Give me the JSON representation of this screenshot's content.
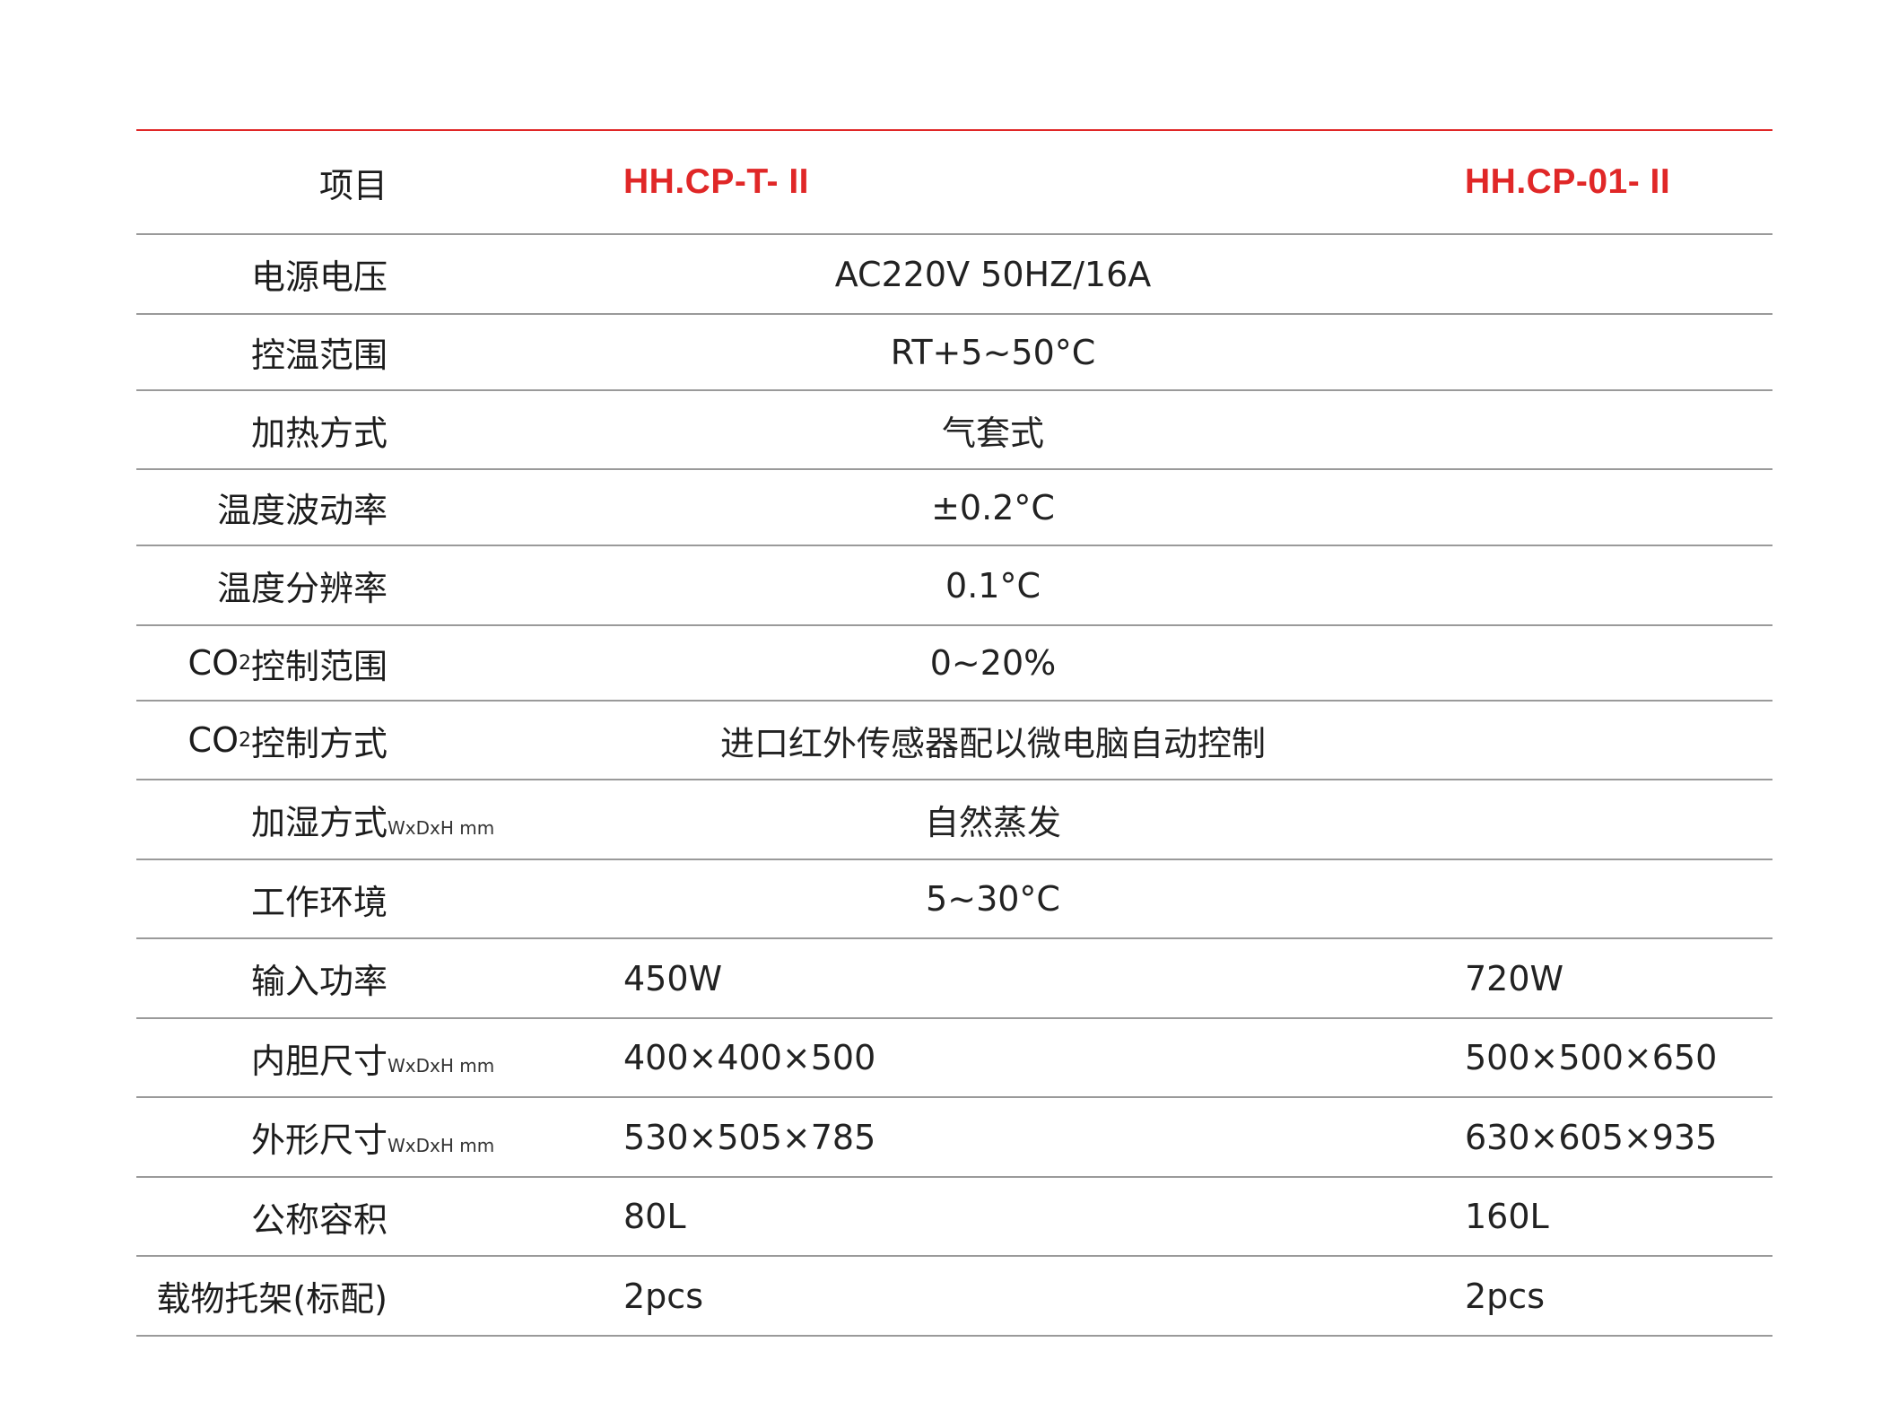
{
  "header": {
    "item_label": "项目",
    "model_a": "HH.CP-T- II",
    "model_b": "HH.CP-01- II"
  },
  "rows": [
    {
      "label": "电源电压",
      "value": "AC220V  50HZ/16A"
    },
    {
      "label": "控温范围",
      "value": "RT+5~50°C"
    },
    {
      "label": "加热方式",
      "value": "气套式"
    },
    {
      "label": "温度波动率",
      "value": "±0.2°C"
    },
    {
      "label": "温度分辨率",
      "value": "0.1°C"
    },
    {
      "label_pre": "CO",
      "label_sub": "2",
      "label_post": "控制范围",
      "value": "0~20%"
    },
    {
      "label_pre": "CO",
      "label_sub": "2",
      "label_post": "控制方式",
      "value": "进口红外传感器配以微电脑自动控制"
    },
    {
      "label": "加湿方式",
      "suffix": "WxDxH mm",
      "value": "自然蒸发"
    },
    {
      "label": "工作环境",
      "value": "5~30°C"
    },
    {
      "label": "输入功率",
      "value_a": "450W",
      "value_b": "720W"
    },
    {
      "label": "内胆尺寸",
      "suffix": "WxDxH mm",
      "value_a": "400×400×500",
      "value_b": "500×500×650"
    },
    {
      "label": "外形尺寸",
      "suffix": "WxDxH mm",
      "value_a": "530×505×785",
      "value_b": "630×605×935"
    },
    {
      "label": "公称容积",
      "value_a": "80L",
      "value_b": "160L"
    },
    {
      "label": "载物托架(标配)",
      "value_a": "2pcs",
      "value_b": "2pcs"
    }
  ],
  "colors": {
    "accent": "#e02727",
    "rule": "#9a9a9a",
    "text": "#222222"
  }
}
